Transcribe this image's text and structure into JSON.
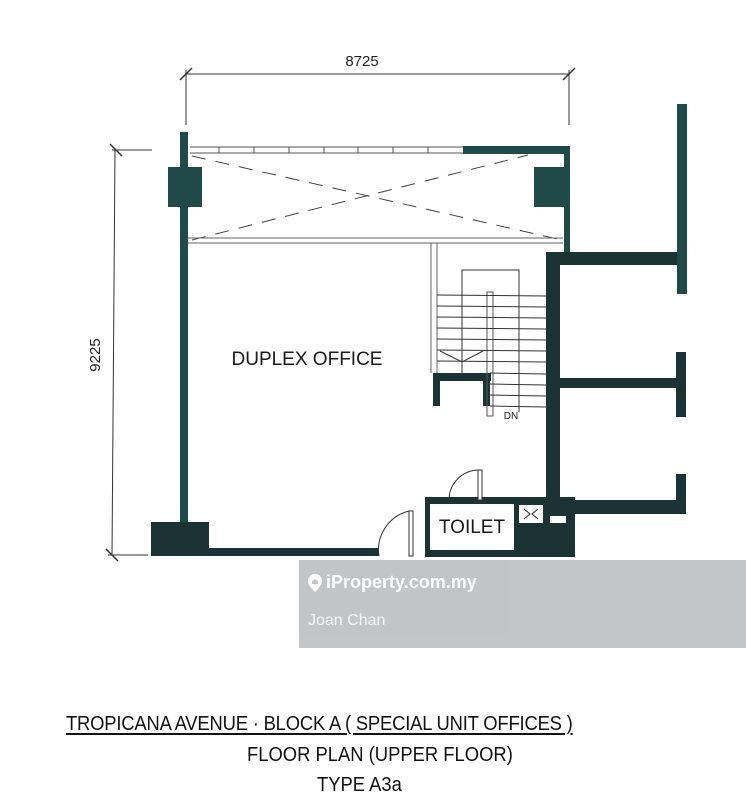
{
  "plan": {
    "dimensions": {
      "width_mm": "8725",
      "height_mm": "9225"
    },
    "rooms": {
      "main": "DUPLEX OFFICE",
      "toilet": "TOILET"
    },
    "stairs": {
      "direction_label": "DN"
    },
    "colors": {
      "wall": "#1c3336",
      "wall_teal": "#1f4a47",
      "line": "#333333"
    }
  },
  "watermark": {
    "brand": "iProperty.com.my",
    "agent": "Joan Chan",
    "icon": "location-pin-icon",
    "background": "#c1c4c7"
  },
  "caption": {
    "line1": "TROPICANA AVENUE · BLOCK A ( SPECIAL UNIT OFFICES )",
    "line2": "FLOOR PLAN (UPPER FLOOR)",
    "line3": "TYPE A3a"
  }
}
